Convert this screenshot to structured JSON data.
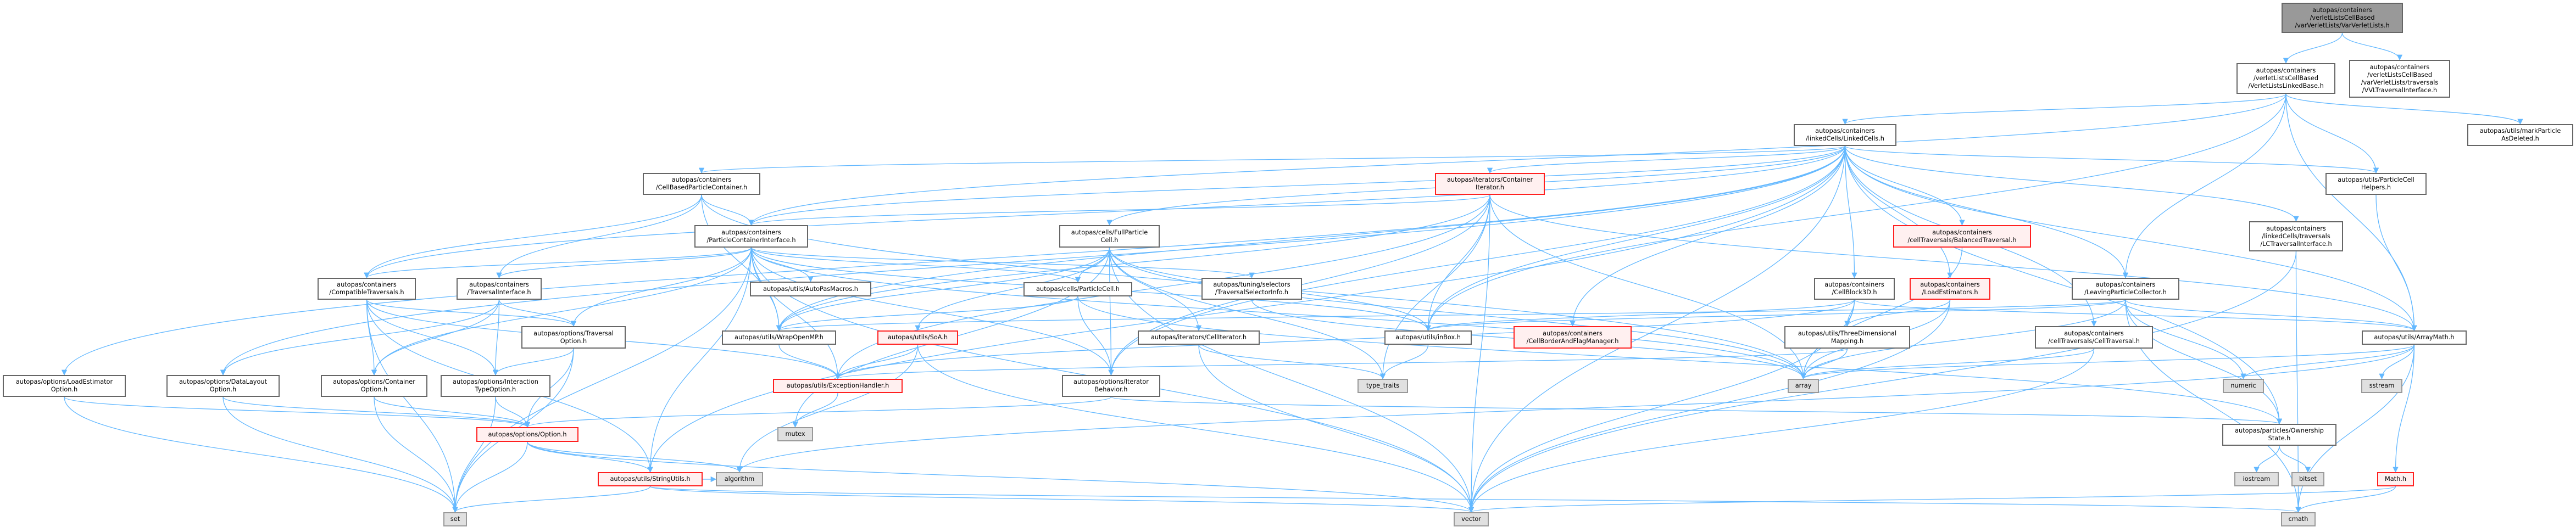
{
  "title": "Include dependency graph for autopas/containers/verletListsCellBased/varVerletLists/VarVerletLists.h",
  "colors": {
    "edge": "#63b8ff",
    "red_border": "#ff2020",
    "red_fill": "#fff0f0",
    "system_fill": "#e0e0e0",
    "root_fill": "#999999"
  },
  "nodes": [
    {
      "id": "root",
      "kind": "root",
      "label": "autopas/containers\n/verletListsCellBased\n/varVerletLists/VarVerletLists.h"
    },
    {
      "id": "vllb",
      "kind": "normal",
      "label": "autopas/containers\n/verletListsCellBased\n/VerletListsLinkedBase.h"
    },
    {
      "id": "vvl",
      "kind": "normal",
      "label": "autopas/containers\n/verletListsCellBased\n/varVerletLists/traversals\n/VVLTraversalInterface.h"
    },
    {
      "id": "lc",
      "kind": "normal",
      "label": "autopas/containers\n/linkedCells/LinkedCells.h"
    },
    {
      "id": "mpad",
      "kind": "normal",
      "label": "autopas/utils/markParticle\nAsDeleted.h"
    },
    {
      "id": "cbpc",
      "kind": "normal",
      "label": "autopas/containers\n/CellBasedParticleContainer.h"
    },
    {
      "id": "ci",
      "kind": "red",
      "label": "autopas/iterators/Container\nIterator.h"
    },
    {
      "id": "pch",
      "kind": "normal",
      "label": "autopas/utils/ParticleCell\nHelpers.h"
    },
    {
      "id": "pci",
      "kind": "normal",
      "label": "autopas/containers\n/ParticleContainerInterface.h"
    },
    {
      "id": "fpc",
      "kind": "normal",
      "label": "autopas/cells/FullParticle\nCell.h"
    },
    {
      "id": "bal",
      "kind": "red",
      "label": "autopas/containers\n/cellTraversals/BalancedTraversal.h"
    },
    {
      "id": "lcti",
      "kind": "normal",
      "label": "autopas/containers\n/linkedCells/traversals\n/LCTraversalInterface.h"
    },
    {
      "id": "comp",
      "kind": "normal",
      "label": "autopas/containers\n/CompatibleTraversals.h"
    },
    {
      "id": "ti",
      "kind": "normal",
      "label": "autopas/containers\n/TraversalInterface.h"
    },
    {
      "id": "apm",
      "kind": "normal",
      "label": "autopas/utils/AutoPasMacros.h"
    },
    {
      "id": "pc",
      "kind": "normal",
      "label": "autopas/cells/ParticleCell.h"
    },
    {
      "id": "tsi",
      "kind": "normal",
      "label": "autopas/tuning/selectors\n/TraversalSelectorInfo.h"
    },
    {
      "id": "cb3d",
      "kind": "normal",
      "label": "autopas/containers\n/CellBlock3D.h"
    },
    {
      "id": "le",
      "kind": "red",
      "label": "autopas/containers\n/LoadEstimators.h"
    },
    {
      "id": "lpc",
      "kind": "normal",
      "label": "autopas/containers\n/LeavingParticleCollector.h"
    },
    {
      "id": "cbfm",
      "kind": "red",
      "label": "autopas/containers\n/CellBorderAndFlagManager.h"
    },
    {
      "id": "inbox",
      "kind": "normal",
      "label": "autopas/utils/inBox.h"
    },
    {
      "id": "tdm",
      "kind": "normal",
      "label": "autopas/utils/ThreeDimensional\nMapping.h"
    },
    {
      "id": "ct",
      "kind": "normal",
      "label": "autopas/containers\n/cellTraversals/CellTraversal.h"
    },
    {
      "id": "am",
      "kind": "normal",
      "label": "autopas/utils/ArrayMath.h"
    },
    {
      "id": "womp",
      "kind": "normal",
      "label": "autopas/utils/WrapOpenMP.h"
    },
    {
      "id": "soa",
      "kind": "red",
      "label": "autopas/utils/SoA.h"
    },
    {
      "id": "citer",
      "kind": "normal",
      "label": "autopas/iterators/CellIterator.h"
    },
    {
      "id": "to",
      "kind": "normal",
      "label": "autopas/options/Traversal\nOption.h"
    },
    {
      "id": "leo",
      "kind": "normal",
      "label": "autopas/options/LoadEstimator\nOption.h"
    },
    {
      "id": "dlo",
      "kind": "normal",
      "label": "autopas/options/DataLayout\nOption.h"
    },
    {
      "id": "co",
      "kind": "normal",
      "label": "autopas/options/Container\nOption.h"
    },
    {
      "id": "ito",
      "kind": "normal",
      "label": "autopas/options/Interaction\nTypeOption.h"
    },
    {
      "id": "eh",
      "kind": "red",
      "label": "autopas/utils/ExceptionHandler.h"
    },
    {
      "id": "ib",
      "kind": "normal",
      "label": "autopas/options/Iterator\nBehavior.h"
    },
    {
      "id": "tt",
      "kind": "system",
      "label": "type_traits"
    },
    {
      "id": "array",
      "kind": "system",
      "label": "array"
    },
    {
      "id": "numeric",
      "kind": "system",
      "label": "numeric"
    },
    {
      "id": "sstream",
      "kind": "system",
      "label": "sstream"
    },
    {
      "id": "opt",
      "kind": "red",
      "label": "autopas/options/Option.h"
    },
    {
      "id": "mutex",
      "kind": "system",
      "label": "mutex"
    },
    {
      "id": "os",
      "kind": "normal",
      "label": "autopas/particles/Ownership\nState.h"
    },
    {
      "id": "su",
      "kind": "red",
      "label": "autopas/utils/StringUtils.h"
    },
    {
      "id": "algo",
      "kind": "system",
      "label": "algorithm"
    },
    {
      "id": "iostream",
      "kind": "system",
      "label": "iostream"
    },
    {
      "id": "bitset",
      "kind": "system",
      "label": "bitset"
    },
    {
      "id": "math",
      "kind": "red",
      "label": "Math.h"
    },
    {
      "id": "set",
      "kind": "system",
      "label": "set"
    },
    {
      "id": "vector",
      "kind": "system",
      "label": "vector"
    },
    {
      "id": "cmath",
      "kind": "system",
      "label": "cmath"
    }
  ],
  "edges": [
    [
      "root",
      "vllb"
    ],
    [
      "root",
      "vvl"
    ],
    [
      "vllb",
      "lc"
    ],
    [
      "vllb",
      "lpc"
    ],
    [
      "vllb",
      "pch"
    ],
    [
      "vllb",
      "mpad"
    ],
    [
      "vllb",
      "am"
    ],
    [
      "vllb",
      "pci"
    ],
    [
      "vllb",
      "inbox"
    ],
    [
      "lc",
      "cbpc"
    ],
    [
      "lc",
      "ci"
    ],
    [
      "lc",
      "comp"
    ],
    [
      "lc",
      "leo"
    ],
    [
      "lc",
      "dlo"
    ],
    [
      "lc",
      "pci"
    ],
    [
      "lc",
      "fpc"
    ],
    [
      "lc",
      "bal"
    ],
    [
      "lc",
      "lcti"
    ],
    [
      "lc",
      "cb3d"
    ],
    [
      "lc",
      "le"
    ],
    [
      "lc",
      "lpc"
    ],
    [
      "lc",
      "pch"
    ],
    [
      "lc",
      "am"
    ],
    [
      "lc",
      "inbox"
    ],
    [
      "lc",
      "su"
    ],
    [
      "lc",
      "womp"
    ],
    [
      "lc",
      "ct"
    ],
    [
      "lc",
      "os"
    ],
    [
      "lc",
      "vector"
    ],
    [
      "lc",
      "ib"
    ],
    [
      "lc",
      "cbfm"
    ],
    [
      "cbpc",
      "pci"
    ],
    [
      "cbpc",
      "ti"
    ],
    [
      "cbpc",
      "womp"
    ],
    [
      "cbpc",
      "array"
    ],
    [
      "cbpc",
      "comp"
    ],
    [
      "pci",
      "comp"
    ],
    [
      "pci",
      "ti"
    ],
    [
      "pci",
      "apm"
    ],
    [
      "pci",
      "pc"
    ],
    [
      "pci",
      "tsi"
    ],
    [
      "pci",
      "to"
    ],
    [
      "pci",
      "co"
    ],
    [
      "pci",
      "ib"
    ],
    [
      "pci",
      "inbox"
    ],
    [
      "pci",
      "su"
    ],
    [
      "pci",
      "womp"
    ],
    [
      "pci",
      "eh"
    ],
    [
      "pci",
      "set"
    ],
    [
      "pci",
      "vector"
    ],
    [
      "pci",
      "array"
    ],
    [
      "ci",
      "inbox"
    ],
    [
      "ci",
      "eh"
    ],
    [
      "ci",
      "ib"
    ],
    [
      "ci",
      "array"
    ],
    [
      "ci",
      "vector"
    ],
    [
      "ci",
      "tt"
    ],
    [
      "ci",
      "am"
    ],
    [
      "ci",
      "womp"
    ],
    [
      "ci",
      "pci"
    ],
    [
      "fpc",
      "pc"
    ],
    [
      "fpc",
      "ib"
    ],
    [
      "fpc",
      "soa"
    ],
    [
      "fpc",
      "citer"
    ],
    [
      "fpc",
      "womp"
    ],
    [
      "fpc",
      "inbox"
    ],
    [
      "fpc",
      "vector"
    ],
    [
      "fpc",
      "array"
    ],
    [
      "fpc",
      "tt"
    ],
    [
      "fpc",
      "mutex"
    ],
    [
      "pc",
      "ib"
    ],
    [
      "pc",
      "womp"
    ],
    [
      "pc",
      "os"
    ],
    [
      "comp",
      "to"
    ],
    [
      "comp",
      "co"
    ],
    [
      "comp",
      "ito"
    ],
    [
      "comp",
      "set"
    ],
    [
      "comp",
      "su"
    ],
    [
      "comp",
      "eh"
    ],
    [
      "ti",
      "dlo"
    ],
    [
      "ti",
      "ito"
    ],
    [
      "ti",
      "to"
    ],
    [
      "ti",
      "co"
    ],
    [
      "to",
      "opt"
    ],
    [
      "to",
      "ito"
    ],
    [
      "to",
      "set"
    ],
    [
      "leo",
      "opt"
    ],
    [
      "leo",
      "set"
    ],
    [
      "dlo",
      "opt"
    ],
    [
      "dlo",
      "set"
    ],
    [
      "co",
      "opt"
    ],
    [
      "co",
      "set"
    ],
    [
      "ito",
      "opt"
    ],
    [
      "ito",
      "set"
    ],
    [
      "opt",
      "set"
    ],
    [
      "opt",
      "su"
    ],
    [
      "opt",
      "algo"
    ],
    [
      "opt",
      "vector"
    ],
    [
      "su",
      "set"
    ],
    [
      "su",
      "vector"
    ],
    [
      "su",
      "algo"
    ],
    [
      "su",
      "cmath"
    ],
    [
      "womp",
      "eh"
    ],
    [
      "eh",
      "mutex"
    ],
    [
      "soa",
      "eh"
    ],
    [
      "soa",
      "algo"
    ],
    [
      "soa",
      "vector"
    ],
    [
      "citer",
      "tt"
    ],
    [
      "citer",
      "vector"
    ],
    [
      "inbox",
      "tt"
    ],
    [
      "ib",
      "opt"
    ],
    [
      "ib",
      "os"
    ],
    [
      "tsi",
      "array"
    ],
    [
      "cb3d",
      "tdm"
    ],
    [
      "cb3d",
      "array"
    ],
    [
      "cb3d",
      "vector"
    ],
    [
      "cb3d",
      "am"
    ],
    [
      "cb3d",
      "inbox"
    ],
    [
      "cb3d",
      "eh"
    ],
    [
      "le",
      "tdm"
    ],
    [
      "le",
      "array"
    ],
    [
      "le",
      "vector"
    ],
    [
      "tdm",
      "array"
    ],
    [
      "tdm",
      "eh"
    ],
    [
      "bal",
      "array"
    ],
    [
      "lcti",
      "cmath"
    ],
    [
      "lcti",
      "vector"
    ],
    [
      "ct",
      "array"
    ],
    [
      "ct",
      "vector"
    ],
    [
      "lpc",
      "am"
    ],
    [
      "lpc",
      "inbox"
    ],
    [
      "lpc",
      "os"
    ],
    [
      "lpc",
      "numeric"
    ],
    [
      "lpc",
      "womp"
    ],
    [
      "lpc",
      "array"
    ],
    [
      "lpc",
      "cmath"
    ],
    [
      "pch",
      "am"
    ],
    [
      "am",
      "sstream"
    ],
    [
      "am",
      "math"
    ],
    [
      "am",
      "cmath"
    ],
    [
      "am",
      "array"
    ],
    [
      "am",
      "numeric"
    ],
    [
      "am",
      "algo"
    ],
    [
      "os",
      "iostream"
    ],
    [
      "os",
      "bitset"
    ],
    [
      "math",
      "cmath"
    ],
    [
      "math",
      "vector"
    ]
  ]
}
